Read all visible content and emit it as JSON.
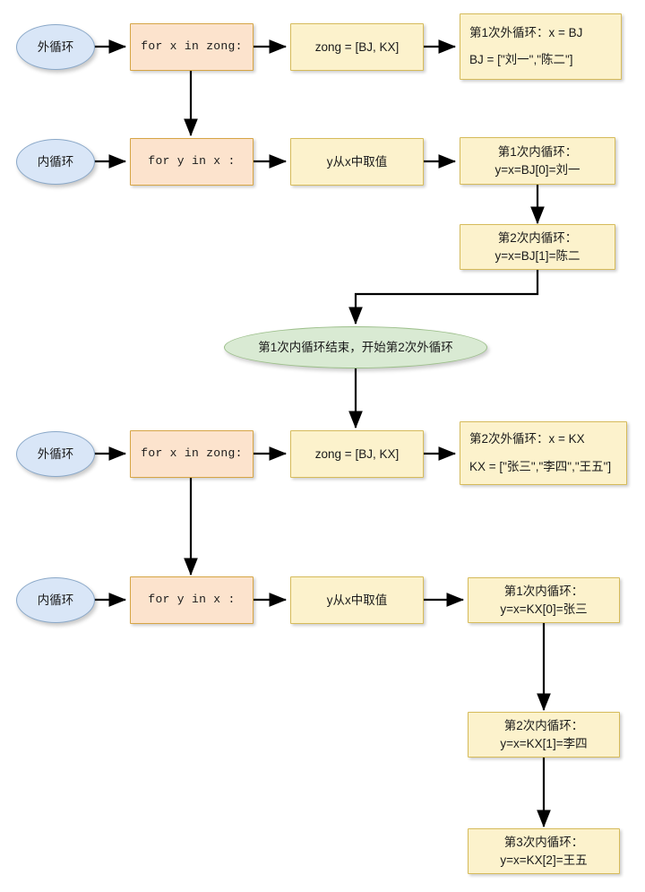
{
  "diagram": {
    "title": "Python nested for-loop trace flowchart",
    "colors": {
      "orange_fill": "#fce3cd",
      "orange_stroke": "#d6a545",
      "yellow_fill": "#fcf2cc",
      "yellow_stroke": "#d6bb5a",
      "blue_fill": "#d9e6f7",
      "blue_stroke": "#8aa8c8",
      "green_fill": "#d9ead3",
      "green_stroke": "#9cbf8a",
      "edge_stroke": "#000000",
      "background": "#ffffff"
    },
    "nodes": {
      "outer_loop_label_1": "外循环",
      "for_x_1": "for x in zong:",
      "zong_assign_1": "zong = [BJ, KX]",
      "outer_iter_1_line1": "第1次外循环：x = BJ",
      "outer_iter_1_line2": "BJ = [\"刘一\",\"陈二\"]",
      "inner_loop_label_1": "内循环",
      "for_y_1": "for y in x :",
      "y_from_x_1": "y从x中取值",
      "inner_iter_1_1": "第1次内循环：\ny=x=BJ[0]=刘一",
      "inner_iter_1_2": "第2次内循环：\ny=x=BJ[1]=陈二",
      "transition": "第1次内循环结束，开始第2次外循环",
      "outer_loop_label_2": "外循环",
      "for_x_2": "for x in zong:",
      "zong_assign_2": "zong = [BJ, KX]",
      "outer_iter_2_line1": "第2次外循环：x = KX",
      "outer_iter_2_line2": "KX = [\"张三\",\"李四\",\"王五\"]",
      "inner_loop_label_2": "内循环",
      "for_y_2": "for y in x :",
      "y_from_x_2": "y从x中取值",
      "inner_iter_2_1": "第1次内循环：\ny=x=KX[0]=张三",
      "inner_iter_2_2": "第2次内循环：\ny=x=KX[1]=李四",
      "inner_iter_2_3": "第3次内循环：\ny=x=KX[2]=王五"
    }
  }
}
